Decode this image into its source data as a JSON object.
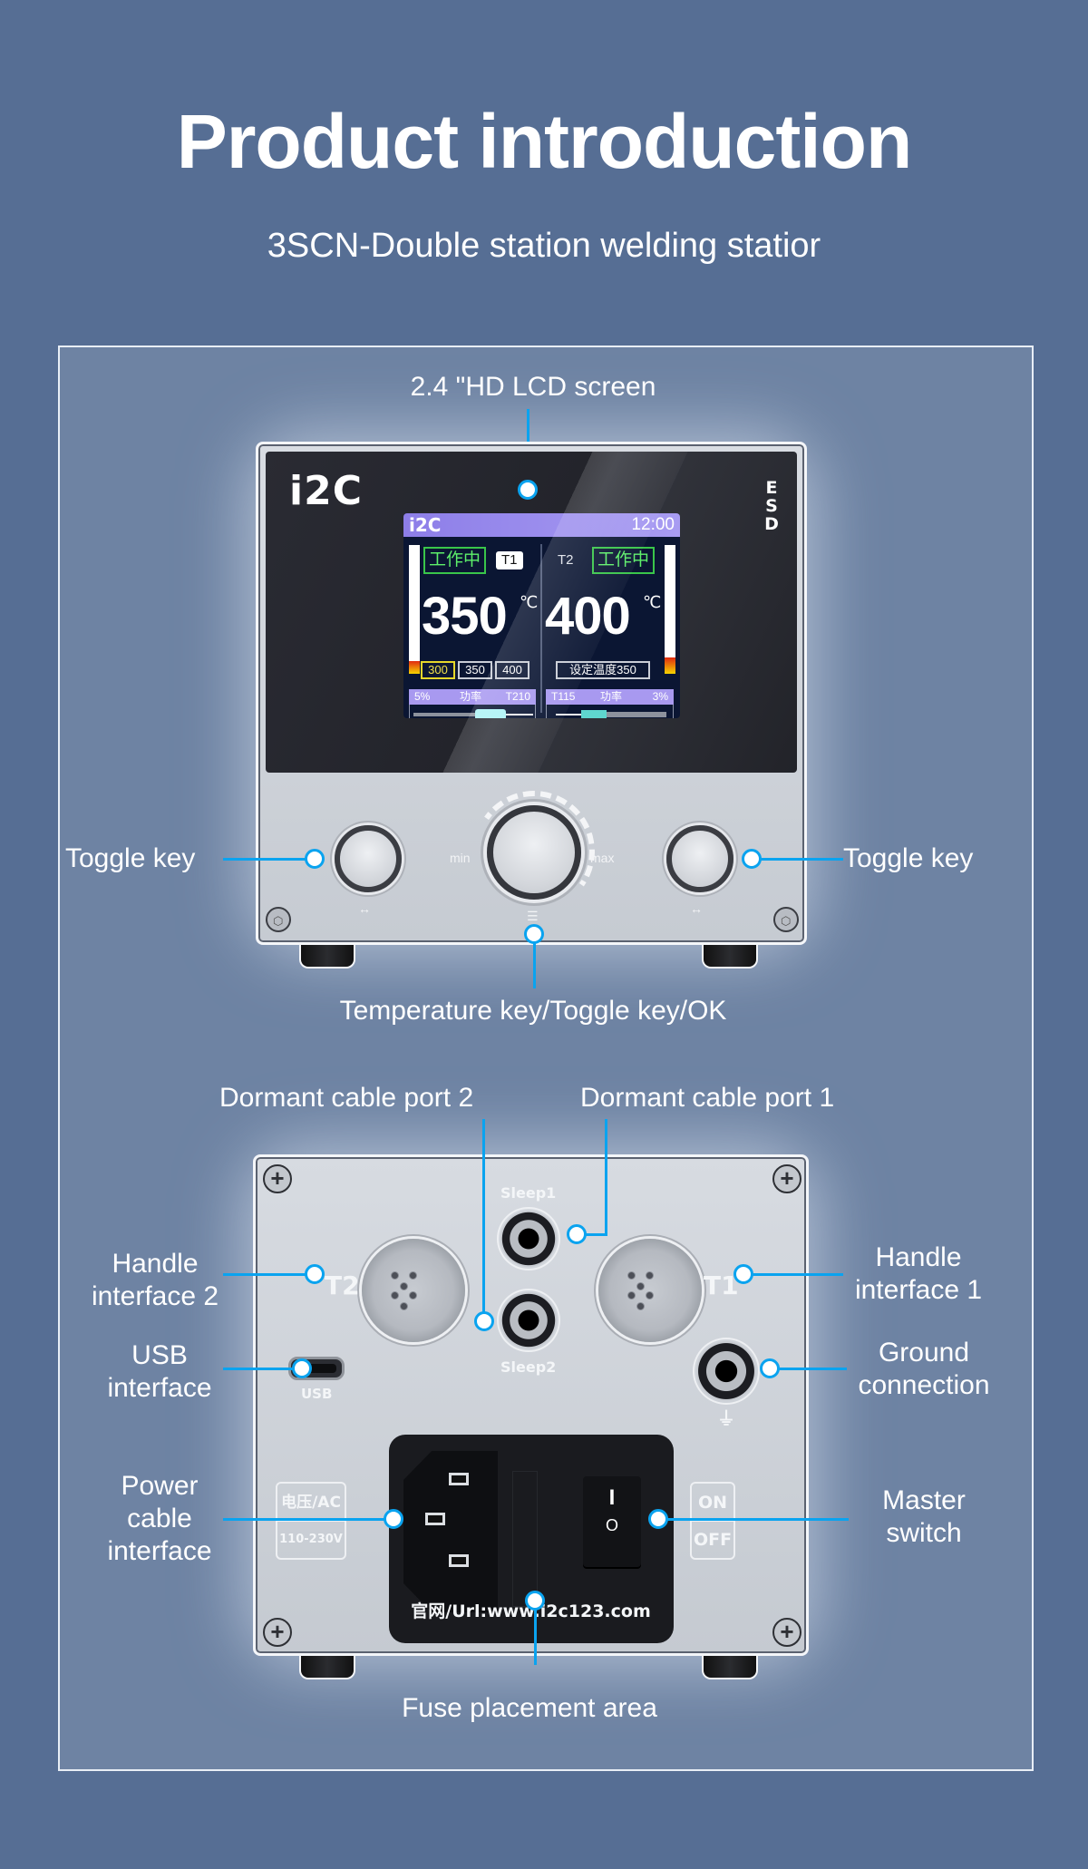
{
  "header": {
    "title": "Product introduction",
    "subtitle": "3SCN-Double station welding statior"
  },
  "colors": {
    "background": "#566e94",
    "panel": "#6e83a3",
    "callout_line": "#0aa3ef",
    "lcd_header": "#a89cf2",
    "status_green": "#5df06a"
  },
  "front_view": {
    "callouts": {
      "lcd": "2.4 \"HD LCD screen",
      "toggle_left": "Toggle key",
      "toggle_right": "Toggle key",
      "center_knob": "Temperature key/Toggle key/OK"
    },
    "device": {
      "brand": "i2C",
      "esd_label": "ESD",
      "knob_min": "min",
      "knob_max": "max",
      "toggle_symbol": "↔",
      "menu_symbol": "☰"
    },
    "lcd": {
      "brand": "i2C",
      "time": "12:00",
      "left_station": {
        "status": "工作中",
        "channel": "T1",
        "temperature": "350",
        "unit": "℃",
        "presets": [
          "300",
          "350",
          "400"
        ],
        "active_preset": "300",
        "power_percent": "5%",
        "power_label": "功率",
        "tip": "T210"
      },
      "right_station": {
        "status": "工作中",
        "channel": "T2",
        "temperature": "400",
        "unit": "℃",
        "set_temperature": "设定温度350",
        "power_percent": "3%",
        "power_label": "功率",
        "tip": "T115"
      }
    }
  },
  "back_view": {
    "callouts": {
      "sleep2": "Dormant cable port  2",
      "sleep1": "Dormant cable port 1",
      "handle2": "Handle\ninterface 2",
      "handle1": "Handle\ninterface 1",
      "usb": "USB\ninterface",
      "ground": "Ground\nconnection",
      "power": "Power\ncable\ninterface",
      "master": "Master\nswitch",
      "fuse": "Fuse placement area"
    },
    "device": {
      "port_t2": "T2",
      "port_t1": "T1",
      "sleep1": "Sleep1",
      "sleep2": "Sleep2",
      "usb": "USB",
      "ground_symbol": "⏚",
      "voltage_top": "电压/AC",
      "voltage_bottom": "110-230V",
      "switch_on": "ON",
      "switch_off": "OFF",
      "rocker_on": "I",
      "rocker_off": "O",
      "url": "官网/Url:www.i2c123.com"
    }
  }
}
